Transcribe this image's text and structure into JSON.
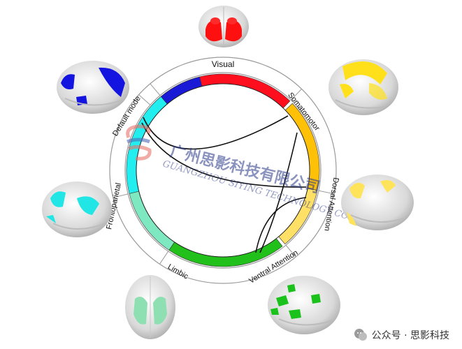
{
  "networks": [
    {
      "id": "visual",
      "label": "Visual",
      "color": "#ff0f1e"
    },
    {
      "id": "somatomotor",
      "label": "Somatomotor",
      "color": "#ffc107"
    },
    {
      "id": "dorsal",
      "label": "Dorsal Attention",
      "color": "#ffe066"
    },
    {
      "id": "ventral",
      "label": "Ventral Attention",
      "color": "#22c01a"
    },
    {
      "id": "limbic",
      "label": "Limbic",
      "color": "#7ee8c0"
    },
    {
      "id": "frontoparietal",
      "label": "Frontoparietal",
      "color": "#22eef0"
    },
    {
      "id": "default",
      "label": "Default mode",
      "color": "#1a1ad6"
    }
  ],
  "connection_color": "#111111",
  "watermark": {
    "cn": "广州思影科技有限公司",
    "en": "GUANGZHOU SIYING TECHNOLOGY CO.,LTD"
  },
  "footer": {
    "text": "公众号 · 思影科技",
    "icon": "wechat-icon"
  }
}
